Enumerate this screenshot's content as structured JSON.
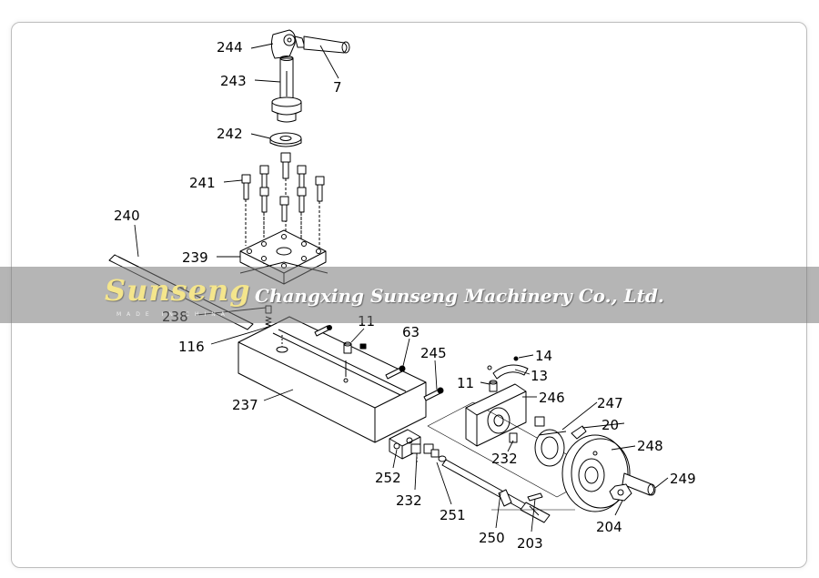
{
  "diagram": {
    "labels": {
      "p244": "244",
      "p7": "7",
      "p243": "243",
      "p242": "242",
      "p241": "241",
      "p240": "240",
      "p239": "239",
      "p238": "238",
      "p116": "116",
      "p237": "237",
      "p11a": "11",
      "p63": "63",
      "p245": "245",
      "p14": "14",
      "p13": "13",
      "p11b": "11",
      "p246": "246",
      "p247": "247",
      "p20": "20",
      "p248": "248",
      "p249": "249",
      "p232a": "232",
      "p232b": "232",
      "p252": "252",
      "p251": "251",
      "p250": "250",
      "p203": "203",
      "p204": "204"
    }
  },
  "watermark": {
    "logo": "Sunseng",
    "tagline": "MADE IN CHINA",
    "company": "Changxing Sunseng Machinery Co., Ltd."
  }
}
